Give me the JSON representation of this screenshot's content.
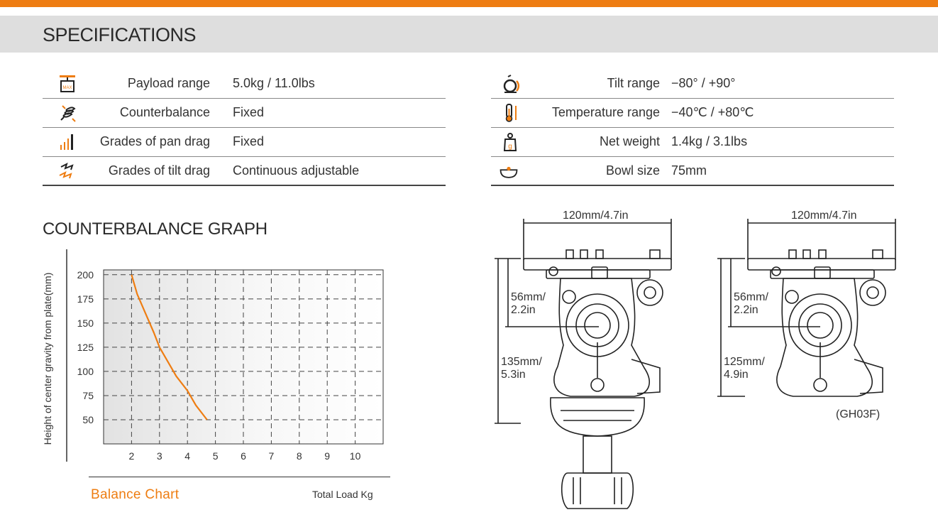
{
  "header": {
    "title": "SPECIFICATIONS"
  },
  "colors": {
    "accent": "#ee7d12",
    "header_bg": "#dedede"
  },
  "specs_left": [
    {
      "icon": "payload-max-icon",
      "label": "Payload range",
      "value": "5.0kg / 11.0lbs"
    },
    {
      "icon": "spring-icon",
      "label": "Counterbalance",
      "value": "Fixed"
    },
    {
      "icon": "pan-drag-bars-icon",
      "label": "Grades of pan drag",
      "value": "Fixed"
    },
    {
      "icon": "tilt-drag-steps-icon",
      "label": "Grades of tilt drag",
      "value": "Continuous adjustable"
    }
  ],
  "specs_right": [
    {
      "icon": "tilt-range-icon",
      "label": "Tilt range",
      "value": "−80° / +90°"
    },
    {
      "icon": "thermometer-icon",
      "label": "Temperature range",
      "value": "−40℃ / +80℃"
    },
    {
      "icon": "weight-icon",
      "label": "Net weight",
      "value": "1.4kg / 3.1lbs"
    },
    {
      "icon": "bowl-icon",
      "label": "Bowl size",
      "value": "75mm"
    }
  ],
  "graph": {
    "section_title": "COUNTERBALANCE GRAPH",
    "chart_title": "Balance Chart",
    "xlabel": "Total Load Kg",
    "ylabel": "Height of center gravity from plate(mm)"
  },
  "chart_data": {
    "type": "line",
    "title": "Balance Chart",
    "xlabel": "Total Load Kg",
    "ylabel": "Height of center gravity from plate(mm)",
    "x_ticks": [
      2,
      3,
      4,
      5,
      6,
      7,
      8,
      9,
      10
    ],
    "y_ticks": [
      50,
      75,
      100,
      125,
      150,
      175,
      200
    ],
    "xlim": [
      1,
      11
    ],
    "ylim": [
      25,
      205
    ],
    "grid": true,
    "series": [
      {
        "color": "#ee7d12",
        "x": [
          2.0,
          2.2,
          2.5,
          2.8,
          3.0,
          3.3,
          3.6,
          4.0,
          4.3,
          4.7
        ],
        "y": [
          200,
          180,
          160,
          140,
          125,
          110,
          95,
          80,
          65,
          50
        ]
      }
    ]
  },
  "drawings": {
    "left": {
      "width_label": "120mm/4.7in",
      "mid_label_1": "56mm/",
      "mid_label_2": "2.2in",
      "low_label_1": "135mm/",
      "low_label_2": "5.3in"
    },
    "right": {
      "width_label": "120mm/4.7in",
      "mid_label_1": "56mm/",
      "mid_label_2": "2.2in",
      "low_label_1": "125mm/",
      "low_label_2": "4.9in",
      "model": "(GH03F)"
    }
  }
}
